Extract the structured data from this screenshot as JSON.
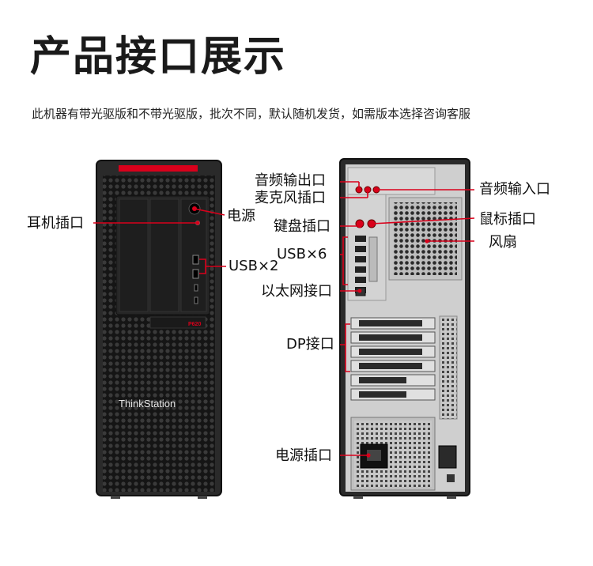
{
  "title": "产品接口展示",
  "subtitle": "此机器有带光驱版和不带光驱版，批次不同，默认随机发货，如需版本选择咨询客服",
  "front": {
    "brand": "ThinkStation",
    "model": "P620",
    "labels": {
      "headphone": "耳机插口",
      "power": "电源",
      "usb": "USB×2"
    }
  },
  "rear": {
    "labels": {
      "audio_out": "音频输出口",
      "mic": "麦克风插口",
      "audio_in": "音频输入口",
      "keyboard": "键盘插口",
      "mouse": "鼠标插口",
      "usb": "USB×6",
      "fan": "风扇",
      "ethernet": "以太网接口",
      "dp": "DP接口",
      "power_socket": "电源插口"
    }
  },
  "colors": {
    "accent": "#d9001b",
    "case": "#2a2a2a",
    "rear_panel": "#cfcfcf"
  }
}
